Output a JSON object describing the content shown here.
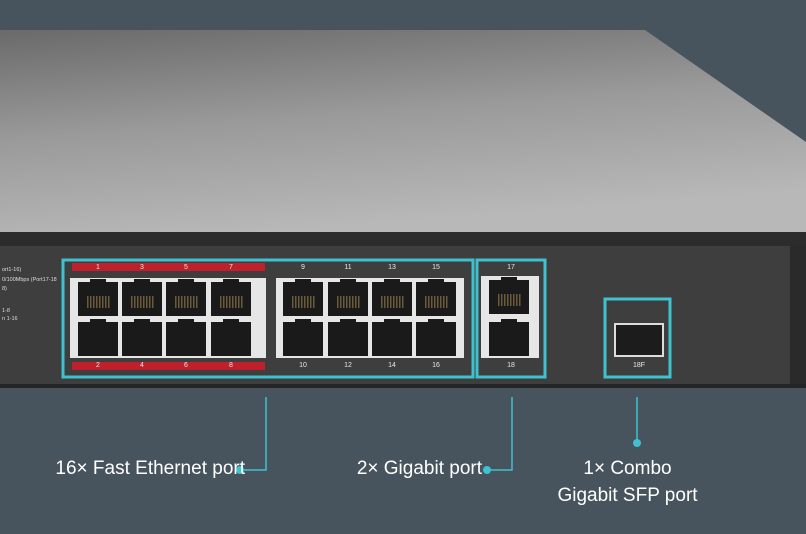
{
  "callouts": {
    "fast_ethernet": "16× Fast Ethernet port",
    "gigabit": "2× Gigabit port",
    "combo_line1": "1× Combo",
    "combo_line2": "Gigabit SFP port"
  },
  "side_text": [
    "ort1-16)",
    "0/100Mbps (Port17-18",
    "8)",
    "1-8",
    "n 1-16"
  ],
  "ports": {
    "top_group1": [
      "1",
      "3",
      "5",
      "7"
    ],
    "bottom_group1": [
      "2",
      "4",
      "6",
      "8"
    ],
    "top_group2": [
      "9",
      "11",
      "13",
      "15"
    ],
    "bottom_group2": [
      "10",
      "12",
      "14",
      "16"
    ],
    "gigabit_top": "17",
    "gigabit_bottom": "18",
    "sfp": "18F"
  },
  "colors": {
    "highlight": "#3fc1cf",
    "poe_red": "#c0202b",
    "background": "#47545d"
  }
}
